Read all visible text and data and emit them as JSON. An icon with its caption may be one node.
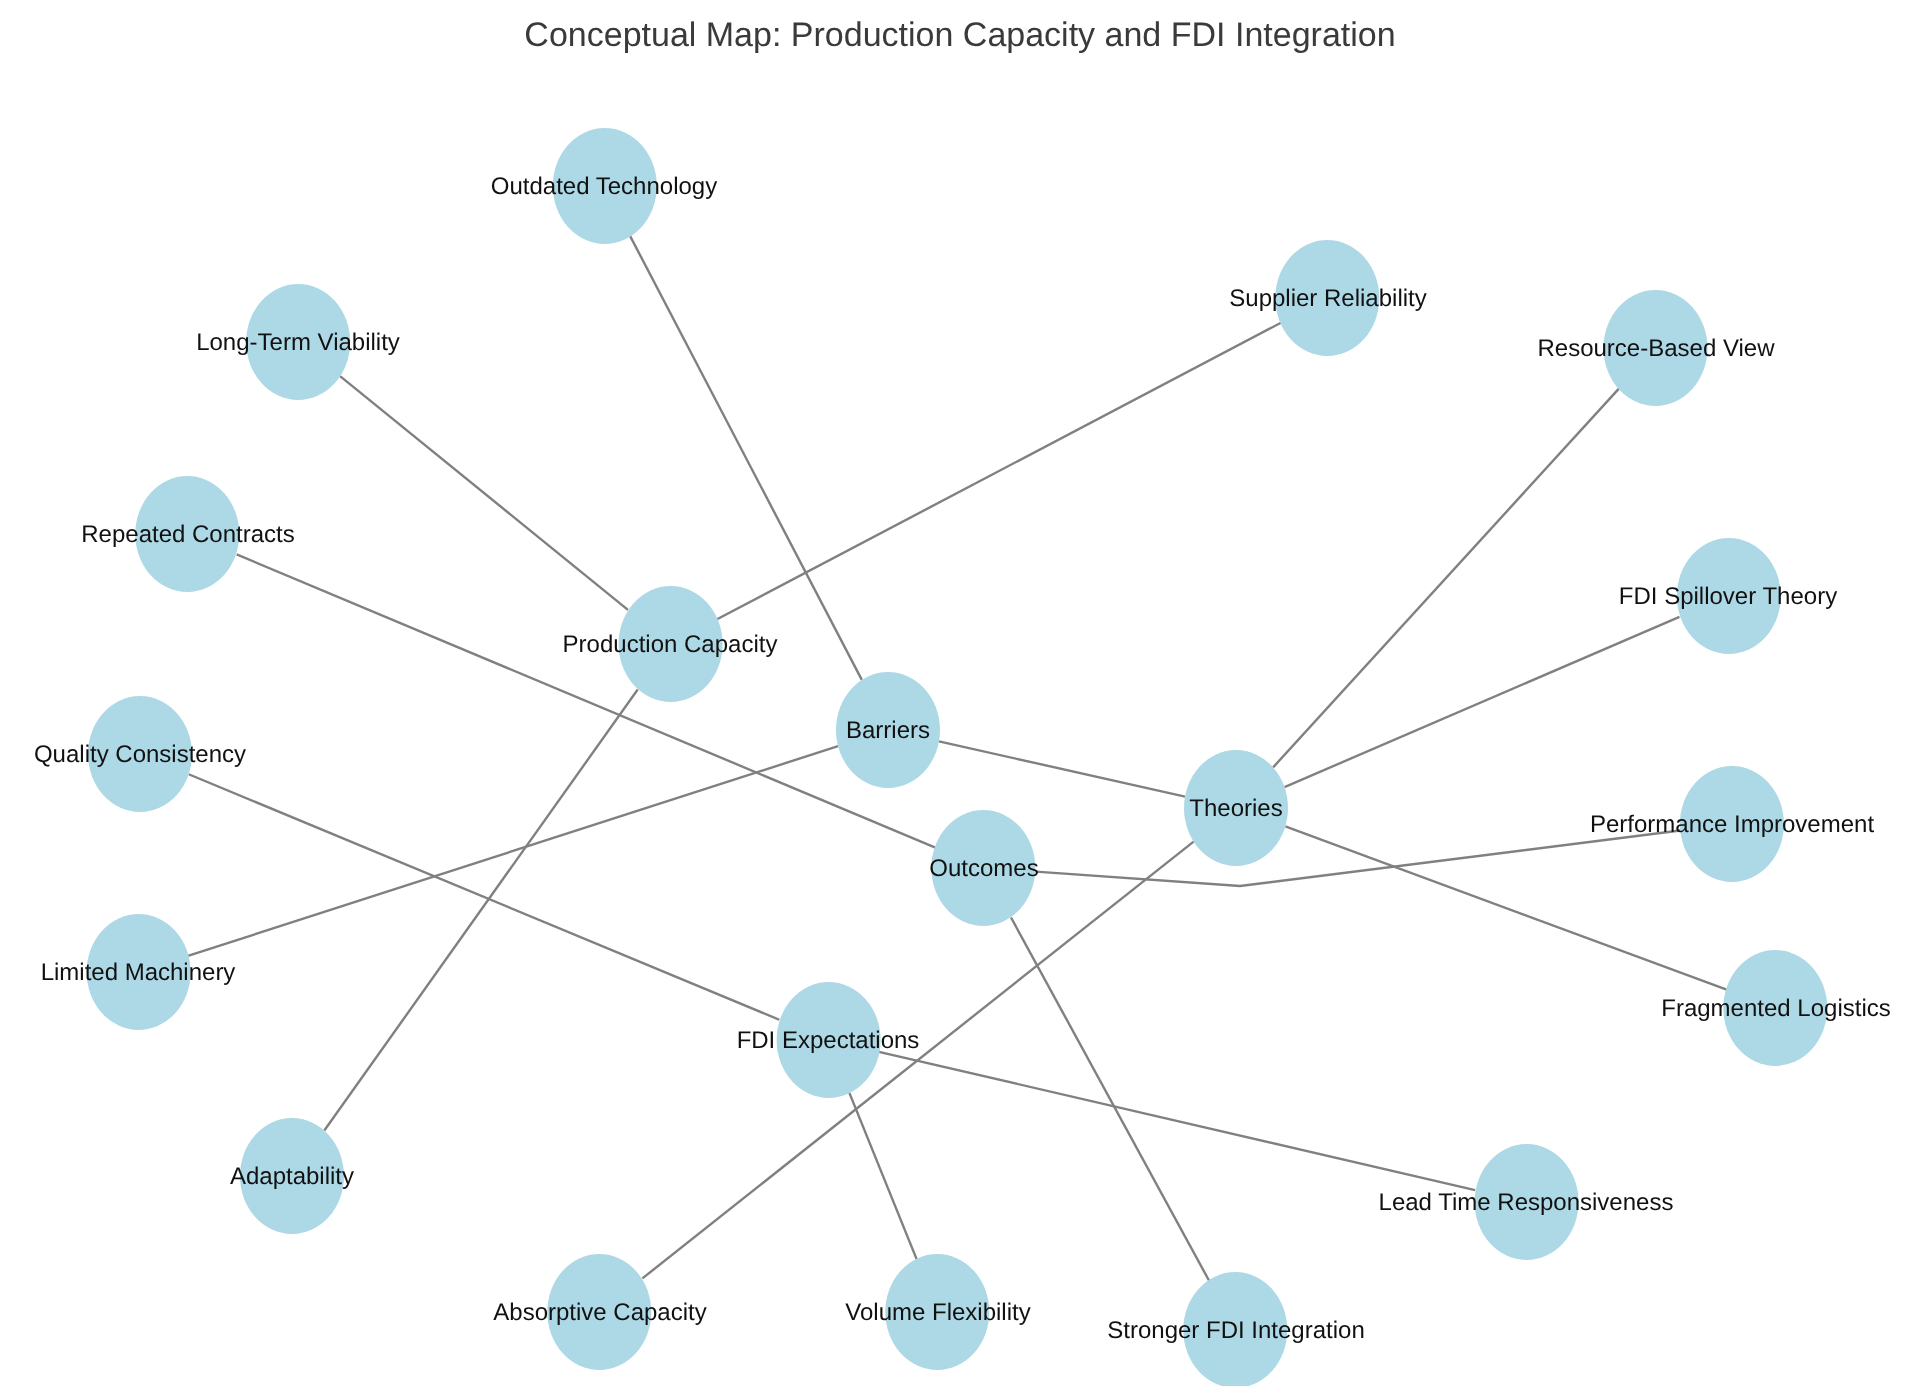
{
  "diagram": {
    "title": "Conceptual Map: Production Capacity and FDI Integration",
    "nodes": [
      {
        "text": [
          "Outdated Technology"
        ]
      },
      {
        "text": [
          "Long-Term Viability"
        ]
      },
      {
        "text": [
          "Supplier Reliability"
        ]
      },
      {
        "text": [
          "Resource-Based View"
        ]
      },
      {
        "text": [
          "Repeated Contracts"
        ]
      },
      {
        "text": [
          "Production Capacity"
        ]
      },
      {
        "text": [
          "FDI Spillover Theory"
        ]
      },
      {
        "text": [
          "Barriers"
        ]
      },
      {
        "text": [
          "Quality Consistency"
        ]
      },
      {
        "text": [
          "Theories"
        ]
      },
      {
        "text": [
          "Performance Improvement"
        ]
      },
      {
        "text": [
          "Outcomes"
        ]
      },
      {
        "text": [
          "Limited Machinery"
        ]
      },
      {
        "text": [
          "Fragmented Logistics"
        ]
      },
      {
        "text": [
          "FDI Expectations"
        ]
      },
      {
        "text": [
          "Adaptability"
        ]
      },
      {
        "text": [
          "Lead Time Responsiveness"
        ]
      },
      {
        "text": [
          "Absorptive Capacity"
        ]
      },
      {
        "text": [
          "Volume Flexibility"
        ]
      },
      {
        "text": [
          "Stronger FDI Integration"
        ]
      }
    ],
    "edges": [
      {
        "from": 0,
        "to": 7,
        "arrow": "none"
      },
      {
        "from": 1,
        "to": 5,
        "arrow": "none"
      },
      {
        "from": 2,
        "to": 5,
        "arrow": "none"
      },
      {
        "from": 15,
        "to": 5,
        "arrow": "none"
      },
      {
        "from": 4,
        "to": 11,
        "arrow": "none"
      },
      {
        "from": 11,
        "to": 10,
        "arrow": "none"
      },
      {
        "from": 11,
        "to": 19,
        "arrow": "none"
      },
      {
        "from": 3,
        "to": 9,
        "arrow": "none"
      },
      {
        "from": 6,
        "to": 9,
        "arrow": "none"
      },
      {
        "from": 7,
        "to": 9,
        "arrow": "none"
      },
      {
        "from": 7,
        "to": 12,
        "arrow": "none"
      },
      {
        "from": 9,
        "to": 13,
        "arrow": "none"
      },
      {
        "from": 9,
        "to": 17,
        "arrow": "none"
      },
      {
        "from": 8,
        "to": 14,
        "arrow": "none"
      },
      {
        "from": 14,
        "to": 16,
        "arrow": "none"
      },
      {
        "from": 14,
        "to": 18,
        "arrow": "none"
      }
    ]
  }
}
